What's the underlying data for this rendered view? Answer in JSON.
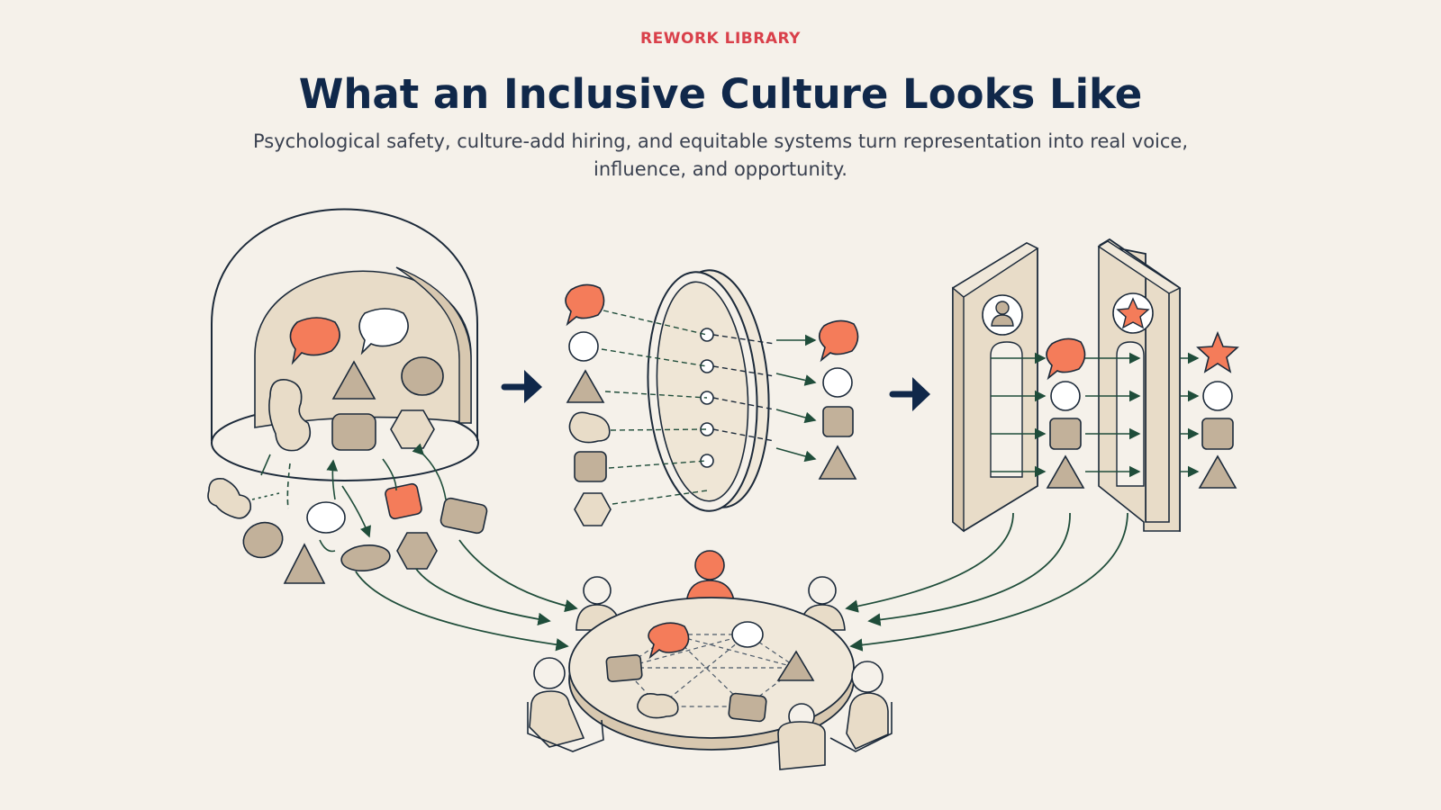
{
  "header": {
    "eyebrow": "REWORK LIBRARY",
    "title": "What an Inclusive Culture Looks Like",
    "subtitle": "Psychological safety, culture-add hiring, and equitable systems turn representation into real voice, influence, and opportunity."
  },
  "colors": {
    "background": "#f5f1ea",
    "title": "#10284a",
    "eyebrow": "#d9404a",
    "accent": "#f47c5a",
    "beige": "#e8dcc8",
    "taupe": "#c2b19a",
    "ink": "#1c2a3a",
    "arrow_green": "#1f4d3a"
  },
  "icons": [
    "dome-icon",
    "lens-icon",
    "gateway-icon",
    "roundtable-icon",
    "person-icon",
    "star-icon",
    "speech-bubble-icon",
    "arrow-right-icon"
  ]
}
